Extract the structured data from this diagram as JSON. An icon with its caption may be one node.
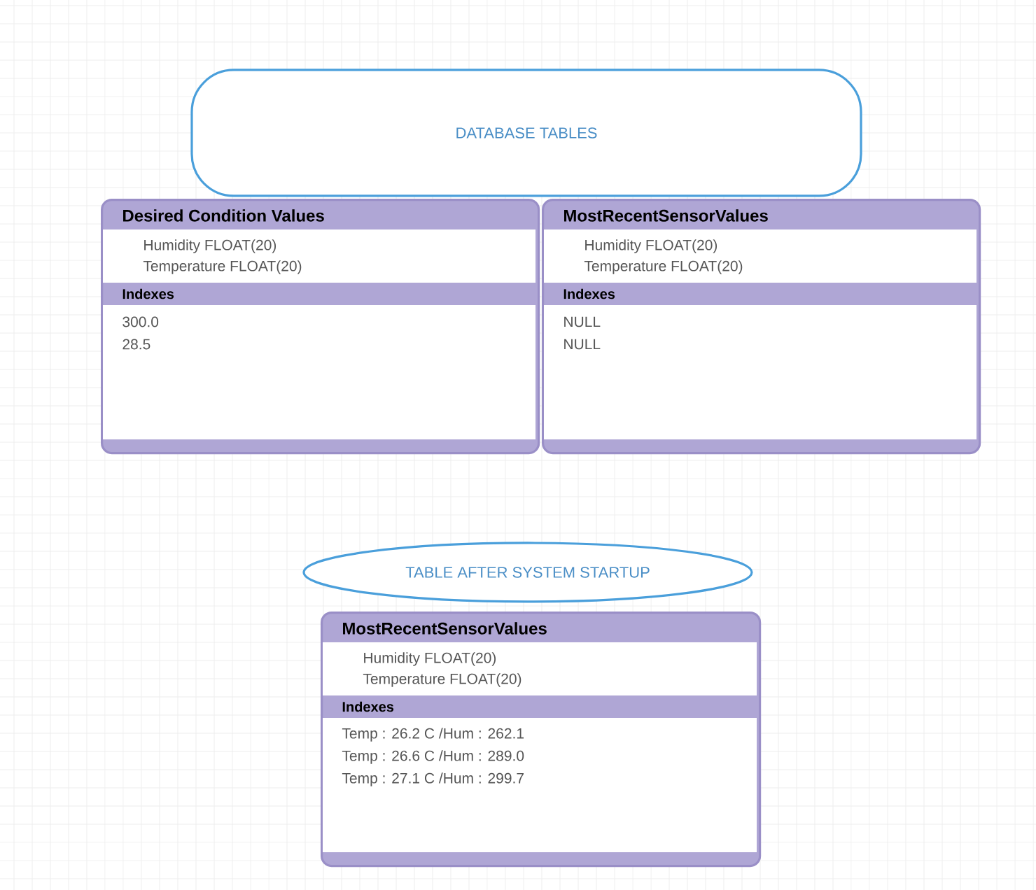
{
  "diagram": {
    "nodes": [
      {
        "text": [
          "DATABASE TABLES"
        ]
      },
      {
        "text": [
          "Desired Condition Values",
          "Humidity FLOAT(20)",
          "Temperature FLOAT(20)",
          "Indexes",
          "300.0",
          "28.5"
        ]
      },
      {
        "text": [
          "MostRecentSensorValues",
          "Humidity FLOAT(20)",
          "Temperature FLOAT(20)",
          "Indexes",
          "NULL",
          "NULL"
        ]
      },
      {
        "text": [
          "TABLE AFTER SYSTEM STARTUP"
        ]
      },
      {
        "text": [
          "MostRecentSensorValues",
          "Humidity FLOAT(20)",
          "Temperature FLOAT(20)",
          "Indexes",
          "Temp : 26.2 C /Hum : 262.1",
          "Temp : 26.6 C /Hum : 289.0",
          "Temp : 27.1 C /Hum : 299.7"
        ]
      }
    ]
  }
}
